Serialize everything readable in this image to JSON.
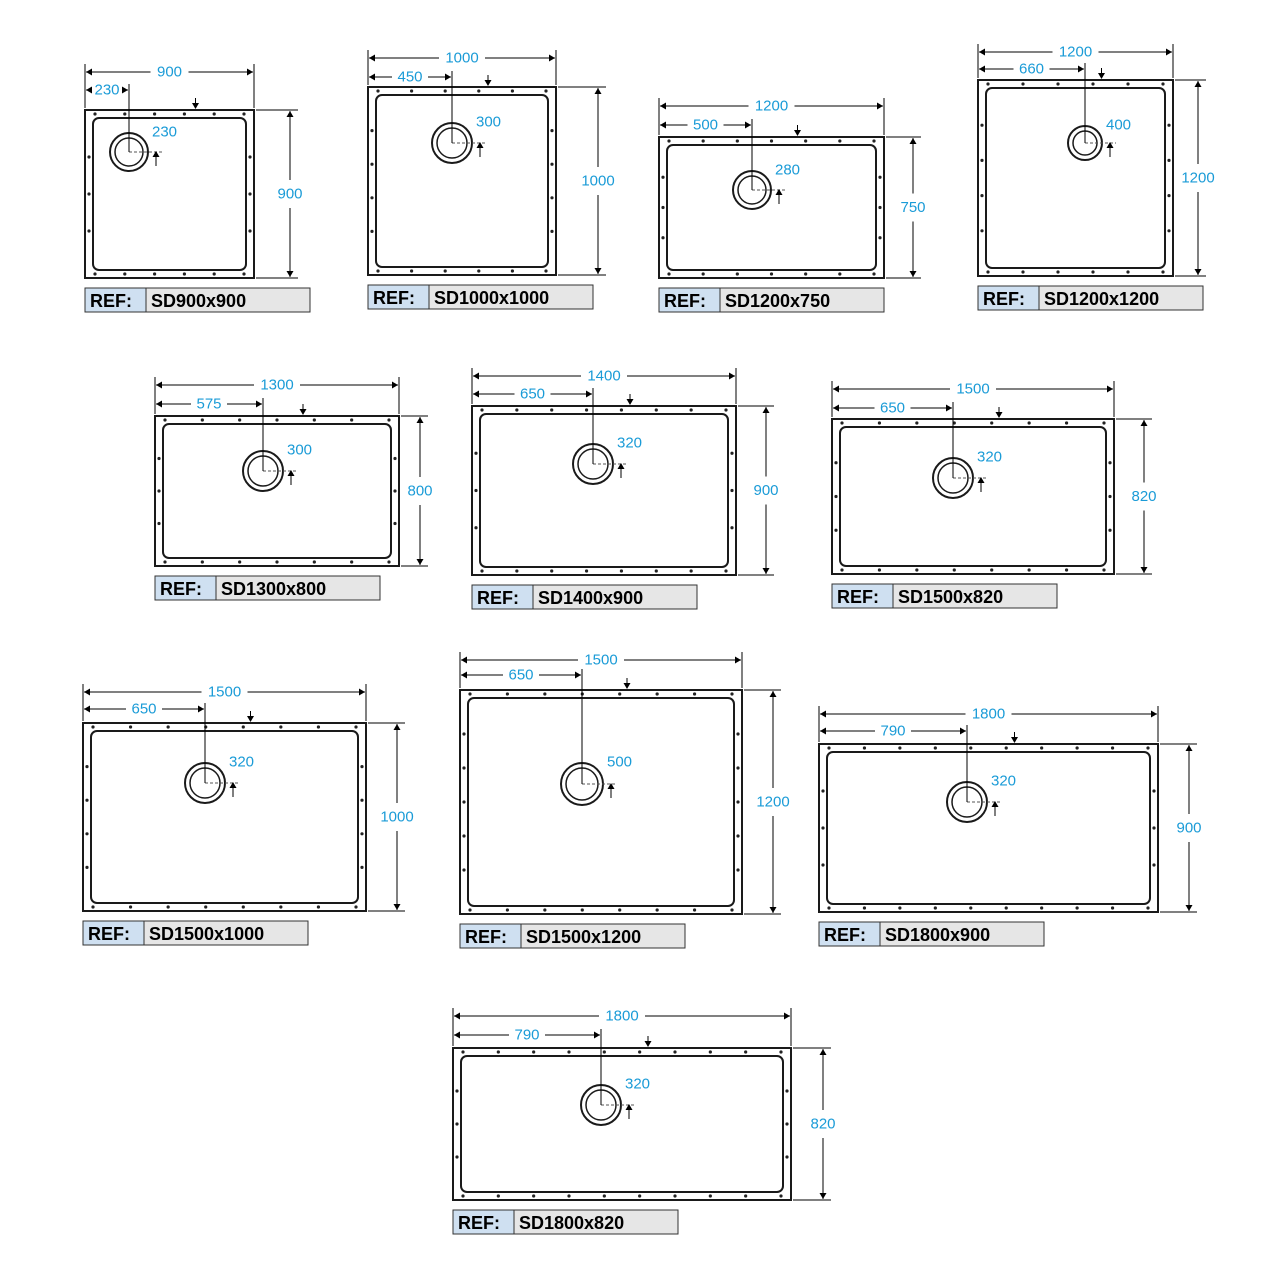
{
  "colors": {
    "dimension": "#1a9bd7",
    "outline": "#1a1a1a",
    "ref_label_bg": "#cfe0f1",
    "ref_code_bg": "#e6e6e6"
  },
  "ref_label": "REF:",
  "trays": [
    {
      "ref": "SD900x900",
      "width": "900",
      "depth": "900",
      "offset": "230",
      "drain": "230"
    },
    {
      "ref": "SD1000x1000",
      "width": "1000",
      "depth": "1000",
      "offset": "450",
      "drain": "300"
    },
    {
      "ref": "SD1200x750",
      "width": "1200",
      "depth": "750",
      "offset": "500",
      "drain": "280"
    },
    {
      "ref": "SD1200x1200",
      "width": "1200",
      "depth": "1200",
      "offset": "660",
      "drain": "400"
    },
    {
      "ref": "SD1300x800",
      "width": "1300",
      "depth": "800",
      "offset": "575",
      "drain": "300"
    },
    {
      "ref": "SD1400x900",
      "width": "1400",
      "depth": "900",
      "offset": "650",
      "drain": "320"
    },
    {
      "ref": "SD1500x820",
      "width": "1500",
      "depth": "820",
      "offset": "650",
      "drain": "320"
    },
    {
      "ref": "SD1500x1000",
      "width": "1500",
      "depth": "1000",
      "offset": "650",
      "drain": "320"
    },
    {
      "ref": "SD1500x1200",
      "width": "1500",
      "depth": "1200",
      "offset": "650",
      "drain": "500"
    },
    {
      "ref": "SD1800x900",
      "width": "1800",
      "depth": "900",
      "offset": "790",
      "drain": "320"
    },
    {
      "ref": "SD1800x820",
      "width": "1800",
      "depth": "820",
      "offset": "790",
      "drain": "320"
    }
  ]
}
